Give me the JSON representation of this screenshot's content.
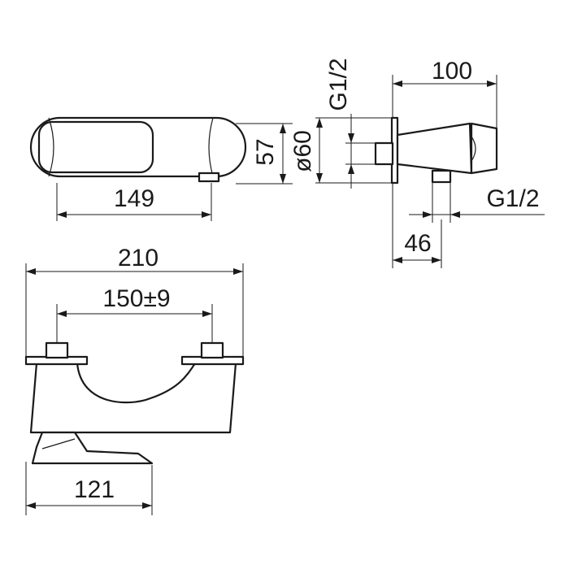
{
  "dimensions": {
    "top_view_length": "149",
    "side_height": "57",
    "flange_diameter": "ø60",
    "thread_top": "G1/2",
    "side_projection": "100",
    "thread_bottom": "G1/2",
    "outlet_offset": "46",
    "overall_width": "210",
    "centre_distance": "150±9",
    "spout_length": "121"
  }
}
